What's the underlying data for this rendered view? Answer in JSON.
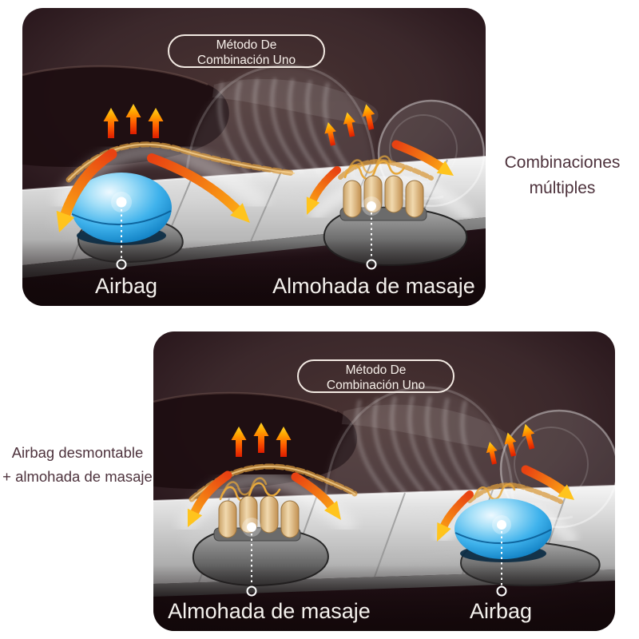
{
  "title": "Massage mat combination infographic",
  "panels": [
    {
      "badge": {
        "line1": "Método De",
        "line2": "Combinación Uno"
      },
      "labels": {
        "left": "Airbag",
        "right": "Almohada de masaje"
      },
      "devices": {
        "left": "airbag",
        "right": "massage-pillow"
      }
    },
    {
      "badge": {
        "line1": "Método De",
        "line2": "Combinación Uno"
      },
      "labels": {
        "left": "Almohada de masaje",
        "right": "Airbag"
      },
      "devices": {
        "left": "massage-pillow",
        "right": "airbag"
      }
    }
  ],
  "annotations": {
    "right_of_top_panel": {
      "line1": "Combinaciones",
      "line2": "múltiples"
    },
    "left_of_bottom_panel": {
      "line1": "Airbag desmontable",
      "line2": "+ almohada de masaje"
    }
  },
  "icons": [
    "airbag-dome",
    "massage-pillow-rollers",
    "up-arrow",
    "curved-arrow",
    "leader-dotted-line",
    "leader-circle",
    "glow-dot"
  ],
  "colors": {
    "page_background": "#ffffff",
    "panel_background_dark": "#150a0d",
    "panel_background_light": "#4a3433",
    "badge_border": "#f2e9e2",
    "badge_text": "#f7f0ea",
    "label_text": "#f4f1ed",
    "side_text": "#4e333d",
    "arrow_red": "#dd1c00",
    "arrow_orange": "#ff5f00",
    "arrow_yellow": "#ffd42a",
    "airbag_blue": "#3fb2ec",
    "airbag_blue_deep": "#0a5c92",
    "mat_gray": "#c9c9c9",
    "cushion_gray": "#5a5a5a",
    "roller_tan": "#e2bd85",
    "spine_gold": "#d89a3e"
  }
}
